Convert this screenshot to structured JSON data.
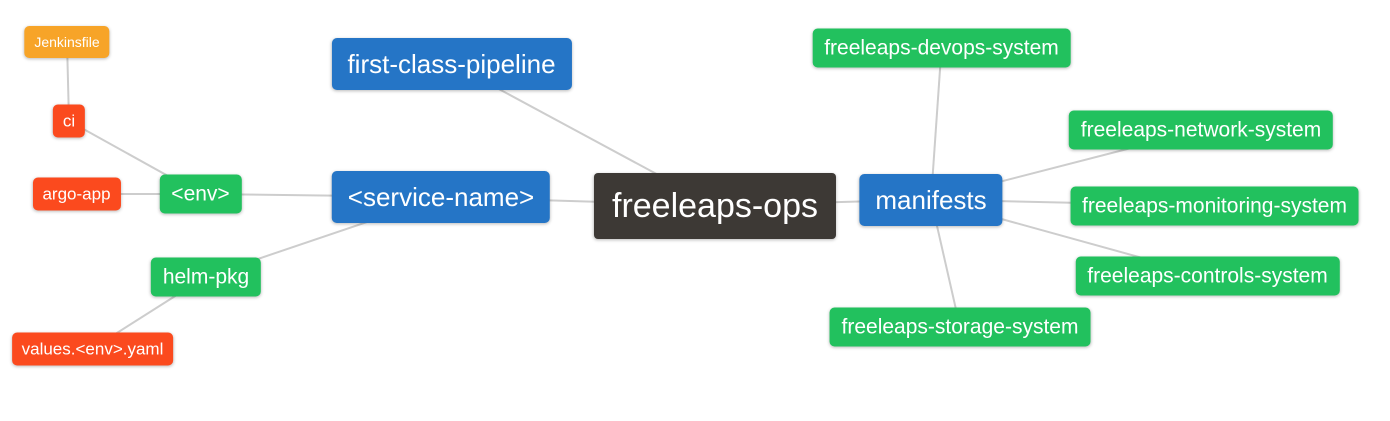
{
  "page": {
    "background_color": "#ffffff"
  },
  "colors": {
    "root_node_bg": "#3d3935",
    "level2_node_bg": "#2575c6",
    "level3_node_bg": "#22c15e",
    "level4_node_bg": "#fb4a1e",
    "level5_node_bg": "#f7a428",
    "edge_line": "#cdcdcd",
    "node_text": "#ffffff"
  },
  "diagram": {
    "type": "mindmap",
    "root_label": "freeleaps-ops",
    "nodes": [
      {
        "id": "freeleaps-ops",
        "label": "freeleaps-ops",
        "level": 1
      },
      {
        "id": "first-class-pipeline",
        "label": "first-class-pipeline",
        "level": 2
      },
      {
        "id": "service-name",
        "label": "<service-name>",
        "level": 2
      },
      {
        "id": "manifests",
        "label": "manifests",
        "level": 2
      },
      {
        "id": "env",
        "label": "<env>",
        "level": 3
      },
      {
        "id": "helm-pkg",
        "label": "helm-pkg",
        "level": 3
      },
      {
        "id": "ci",
        "label": "ci",
        "level": 4
      },
      {
        "id": "argo-app",
        "label": "argo-app",
        "level": 4
      },
      {
        "id": "values-env-yaml",
        "label": "values.<env>.yaml",
        "level": 4
      },
      {
        "id": "jenkinsfile",
        "label": "Jenkinsfile",
        "level": 5
      },
      {
        "id": "freeleaps-devops-system",
        "label": "freeleaps-devops-system",
        "level": 3
      },
      {
        "id": "freeleaps-network-system",
        "label": "freeleaps-network-system",
        "level": 3
      },
      {
        "id": "freeleaps-monitoring-system",
        "label": "freeleaps-monitoring-system",
        "level": 3
      },
      {
        "id": "freeleaps-controls-system",
        "label": "freeleaps-controls-system",
        "level": 3
      },
      {
        "id": "freeleaps-storage-system",
        "label": "freeleaps-storage-system",
        "level": 3
      }
    ],
    "edges": [
      {
        "from": "freeleaps-ops",
        "to": "first-class-pipeline"
      },
      {
        "from": "freeleaps-ops",
        "to": "service-name"
      },
      {
        "from": "freeleaps-ops",
        "to": "manifests"
      },
      {
        "from": "service-name",
        "to": "env"
      },
      {
        "from": "service-name",
        "to": "helm-pkg"
      },
      {
        "from": "env",
        "to": "ci"
      },
      {
        "from": "env",
        "to": "argo-app"
      },
      {
        "from": "ci",
        "to": "jenkinsfile"
      },
      {
        "from": "helm-pkg",
        "to": "values-env-yaml"
      },
      {
        "from": "manifests",
        "to": "freeleaps-devops-system"
      },
      {
        "from": "manifests",
        "to": "freeleaps-network-system"
      },
      {
        "from": "manifests",
        "to": "freeleaps-monitoring-system"
      },
      {
        "from": "manifests",
        "to": "freeleaps-controls-system"
      },
      {
        "from": "manifests",
        "to": "freeleaps-storage-system"
      }
    ]
  }
}
